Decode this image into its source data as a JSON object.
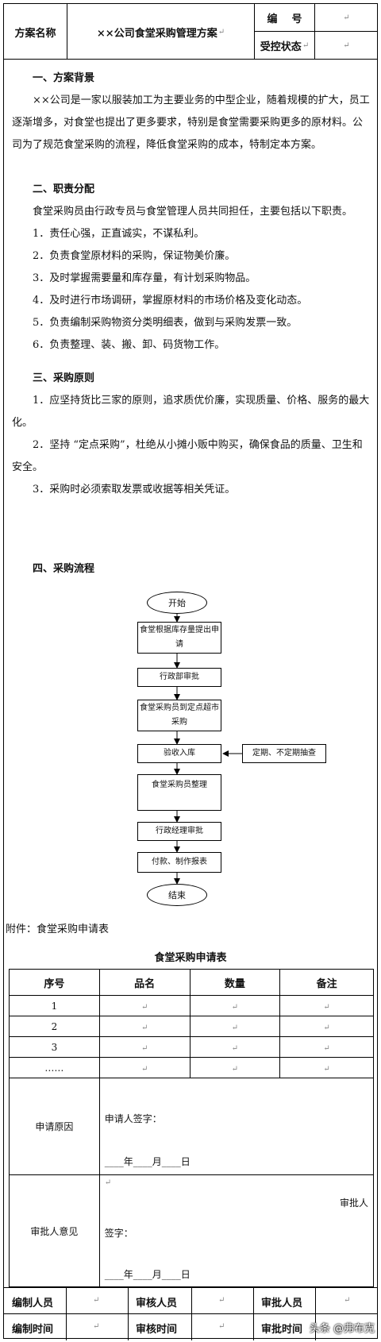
{
  "header": {
    "scheme_label": "方案名称",
    "title": "××公司食堂采购管理方案",
    "number_label": "编    号",
    "status_label": "受控状态",
    "para_mark": "↵"
  },
  "sections": {
    "background": {
      "heading": "一、方案背景",
      "text": "××公司是一家以服装加工为主要业务的中型企业，随着规模的扩大，员工逐渐增多，对食堂也提出了更多要求，特别是食堂需要采购更多的原材料。公司为了规范食堂采购的流程，降低食堂采购的成本，特制定本方案。"
    },
    "duties": {
      "heading": "二、职责分配",
      "intro": "食堂采购员由行政专员与食堂管理人员共同担任，主要包括以下职责。",
      "items": [
        "1．责任心强，正直诚实，不谋私利。",
        "2．负责食堂原材料的采购，保证物美价廉。",
        "3．及时掌握需要量和库存量，有计划采购物品。",
        "4．及时进行市场调研，掌握原材料的市场价格及变化动态。",
        "5．负责编制采购物资分类明细表，做到与采购发票一致。",
        "6．负责整理、装、搬、卸、码货物工作。"
      ]
    },
    "principles": {
      "heading": "三、采购原则",
      "items": [
        "1．应坚持货比三家的原则，追求质优价廉，实现质量、价格、服务的最大化。",
        "2．坚持 “定点采购”，杜绝从小摊小贩中购买，确保食品的质量、卫生和安全。",
        "3．采购时必须索取发票或收据等相关凭证。"
      ]
    },
    "process": {
      "heading": "四、采购流程"
    }
  },
  "flowchart": {
    "start": "开始",
    "steps": [
      "食堂根据库存量提出申请",
      "行政部审批",
      "食堂采购员到定点超市采购",
      "验收入库",
      "食堂采购员整理",
      "行政经理审批",
      "付款、制作报表"
    ],
    "side_note": "定期、不定期抽查",
    "end": "结束"
  },
  "attachment": "附件：食堂采购申请表",
  "form": {
    "title": "食堂采购申请表",
    "columns": [
      "序号",
      "品名",
      "数量",
      "备注"
    ],
    "rows": [
      "1",
      "2",
      "3",
      "……"
    ],
    "reason_label": "申请原因",
    "applicant_sign": "申请人签字：",
    "date_line": "____年____月____日",
    "approver_opinion_label": "审批人意见",
    "approver": "审批人",
    "sign": "签字：",
    "date_line2": "____年____月____日"
  },
  "footer": {
    "compiler_label": "编制人员",
    "reviewer_label": "审核人员",
    "approver_label": "审批人员",
    "compile_time_label": "编制时间",
    "review_time_label": "审核时间",
    "approve_time_label": "审批时间"
  },
  "watermark": "头条 @弗布克"
}
